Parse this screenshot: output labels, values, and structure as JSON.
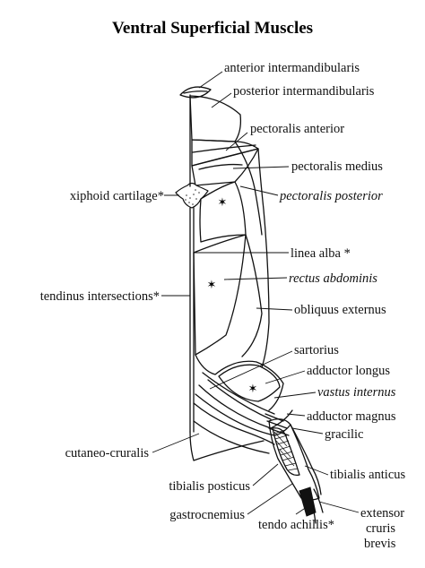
{
  "title": "Ventral Superficial Muscles",
  "labels": {
    "anterior_intermandibularis": "anterior intermandibularis",
    "posterior_intermandibularis": "posterior intermandibularis",
    "pectoralis_anterior": "pectoralis anterior",
    "pectoralis_medius": "pectoralis medius",
    "xiphoid_cartilage": "xiphoid cartilage*",
    "pectoralis_posterior": "pectoralis posterior",
    "linea_alba": "linea alba *",
    "rectus_abdominis": "rectus abdominis",
    "tendinus_intersections": "tendinus intersections*",
    "obliquus_externus": "obliquus externus",
    "sartorius": "sartorius",
    "adductor_longus": "adductor longus",
    "vastus_internus": "vastus internus",
    "adductor_magnus": "adductor magnus",
    "gracilic": "gracilic",
    "cutaneo_cruralis": "cutaneo-cruralis",
    "tibialis_anticus": "tibialis anticus",
    "tibialis_posticus": "tibialis posticus",
    "gastrocnemius": "gastrocnemius",
    "tendo_achillis": "tendo achillis*",
    "extensor_cruris_brevis_line1": "extensor",
    "extensor_cruris_brevis_line2": "cruris",
    "extensor_cruris_brevis_line3": "brevis"
  }
}
